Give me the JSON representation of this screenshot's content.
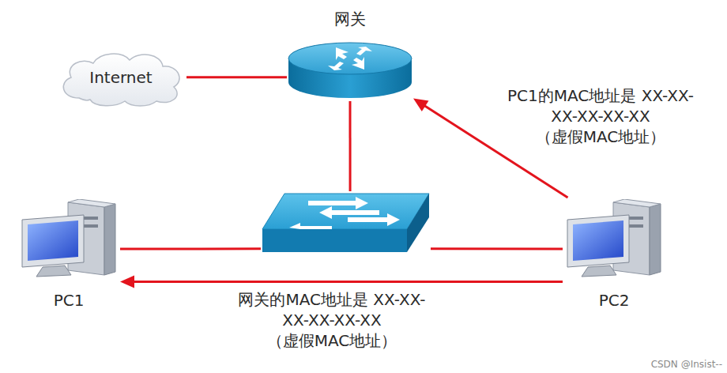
{
  "diagram": {
    "nodes": [
      {
        "text": [
          "网关"
        ]
      },
      {
        "text": [
          "Internet"
        ]
      },
      {
        "text": []
      },
      {
        "text": [
          "PC1"
        ]
      },
      {
        "text": [
          "PC2"
        ]
      }
    ],
    "edges": [
      {
        "from": 1,
        "to": 0,
        "arrow": "none"
      },
      {
        "from": 0,
        "to": 2,
        "arrow": "none"
      },
      {
        "from": 3,
        "to": 2,
        "arrow": "none"
      },
      {
        "from": 2,
        "to": 4,
        "arrow": "none"
      },
      {
        "from": 4,
        "to": 0,
        "arrow": "to",
        "label": "PC1的MAC地址是 XX-XX-XX-XX-XX-XX （虚假MAC地址）"
      },
      {
        "from": 4,
        "to": 3,
        "arrow": "to",
        "label": "网关的MAC地址是 XX-XX-XX-XX-XX-XX （虚假MAC地址）"
      }
    ],
    "labels": [
      "CSDN @Insist--"
    ]
  }
}
